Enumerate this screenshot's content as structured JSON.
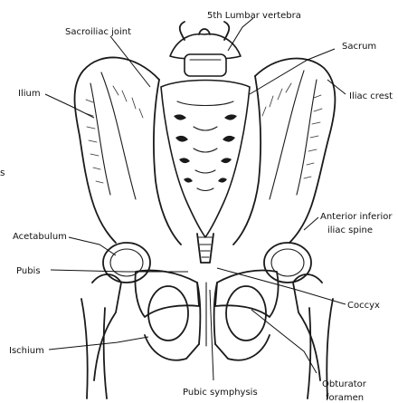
{
  "labels": {
    "lumbar": "5th Lumbar vertebra",
    "sacroiliac": "Sacroiliac joint",
    "sacrum": "Sacrum",
    "ilium": "Ilium",
    "iliac_crest": "Iliac crest",
    "fragment_s": "s",
    "anterior_inferior_1": "Anterior inferior",
    "anterior_inferior_2": "iliac spine",
    "acetabulum": "Acetabulum",
    "pubis": "Pubis",
    "coccyx": "Coccyx",
    "ischium": "Ischium",
    "pubic_symphysis": "Pubic symphysis",
    "obturator_1": "Obturator",
    "obturator_2": "foramen"
  }
}
